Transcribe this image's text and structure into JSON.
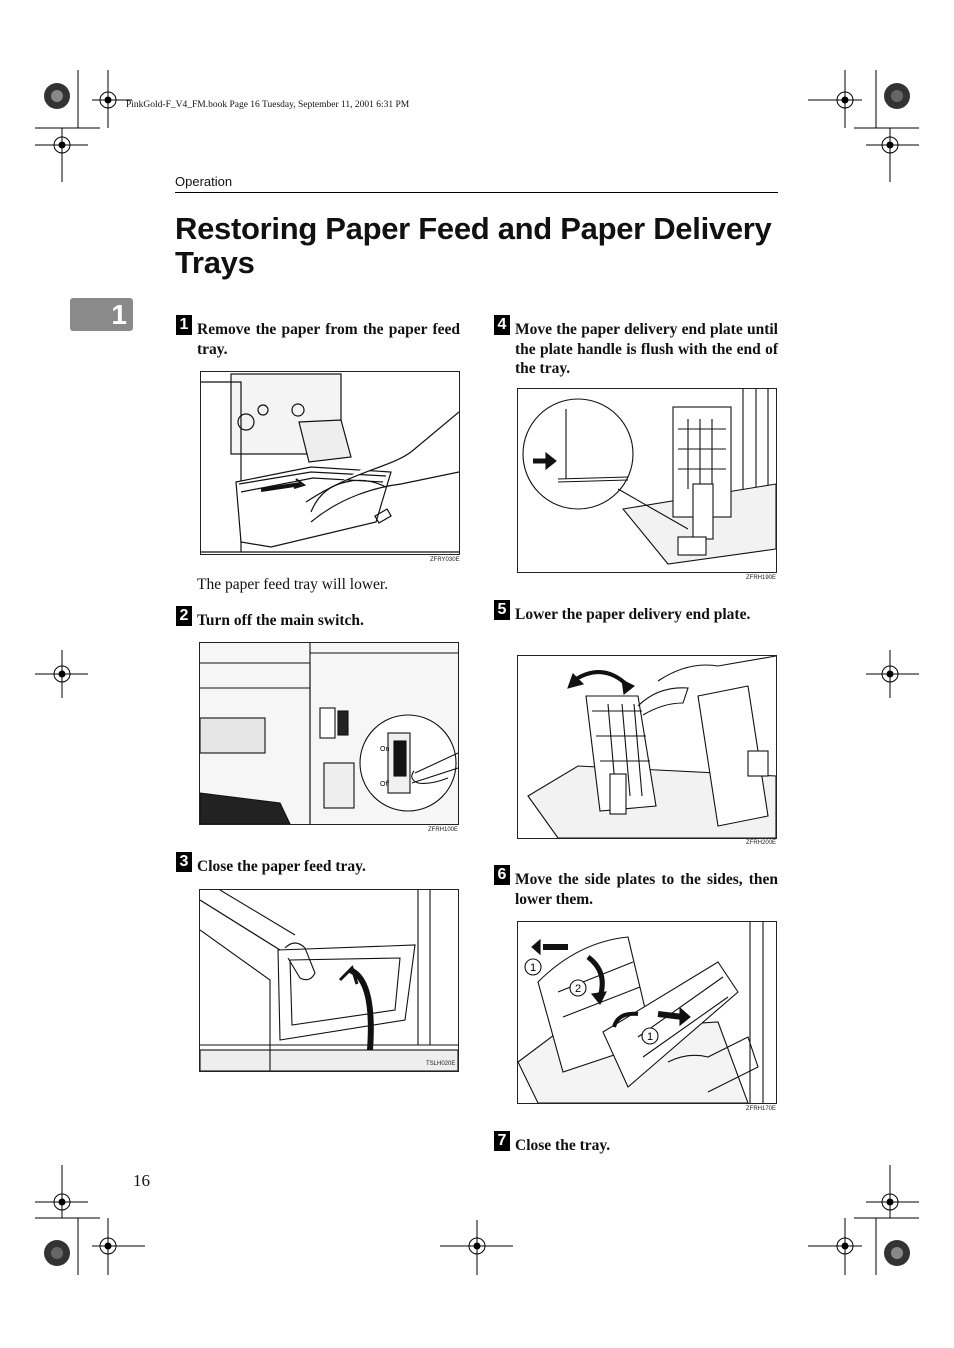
{
  "header": {
    "meta": "PinkGold-F_V4_FM.book  Page 16  Tuesday, September 11, 2001  6:31 PM",
    "section": "Operation"
  },
  "title": "Restoring Paper Feed and Paper Delivery Trays",
  "chapter_tab": "1",
  "steps": [
    {
      "num": "1",
      "text": "Remove the paper from the paper feed tray.",
      "figure_code": "ZFRY030E",
      "note": "The paper feed tray will lower."
    },
    {
      "num": "2",
      "text": "Turn off the main switch.",
      "figure_code": "ZFRH100E",
      "switch_on": "On",
      "switch_off": "Off"
    },
    {
      "num": "3",
      "text": "Close the paper feed tray.",
      "figure_code": "TSLH020E"
    },
    {
      "num": "4",
      "text": "Move the paper delivery end plate until the plate handle is flush with the end of the tray.",
      "figure_code": "ZFRH190E"
    },
    {
      "num": "5",
      "text": "Lower the paper delivery end plate.",
      "figure_code": "ZFRH200E"
    },
    {
      "num": "6",
      "text": "Move the side plates to the sides, then lower them.",
      "figure_code": "ZFRH170E",
      "callouts": [
        "1",
        "2",
        "1"
      ]
    },
    {
      "num": "7",
      "text": "Close the tray."
    }
  ],
  "page_number": "16"
}
